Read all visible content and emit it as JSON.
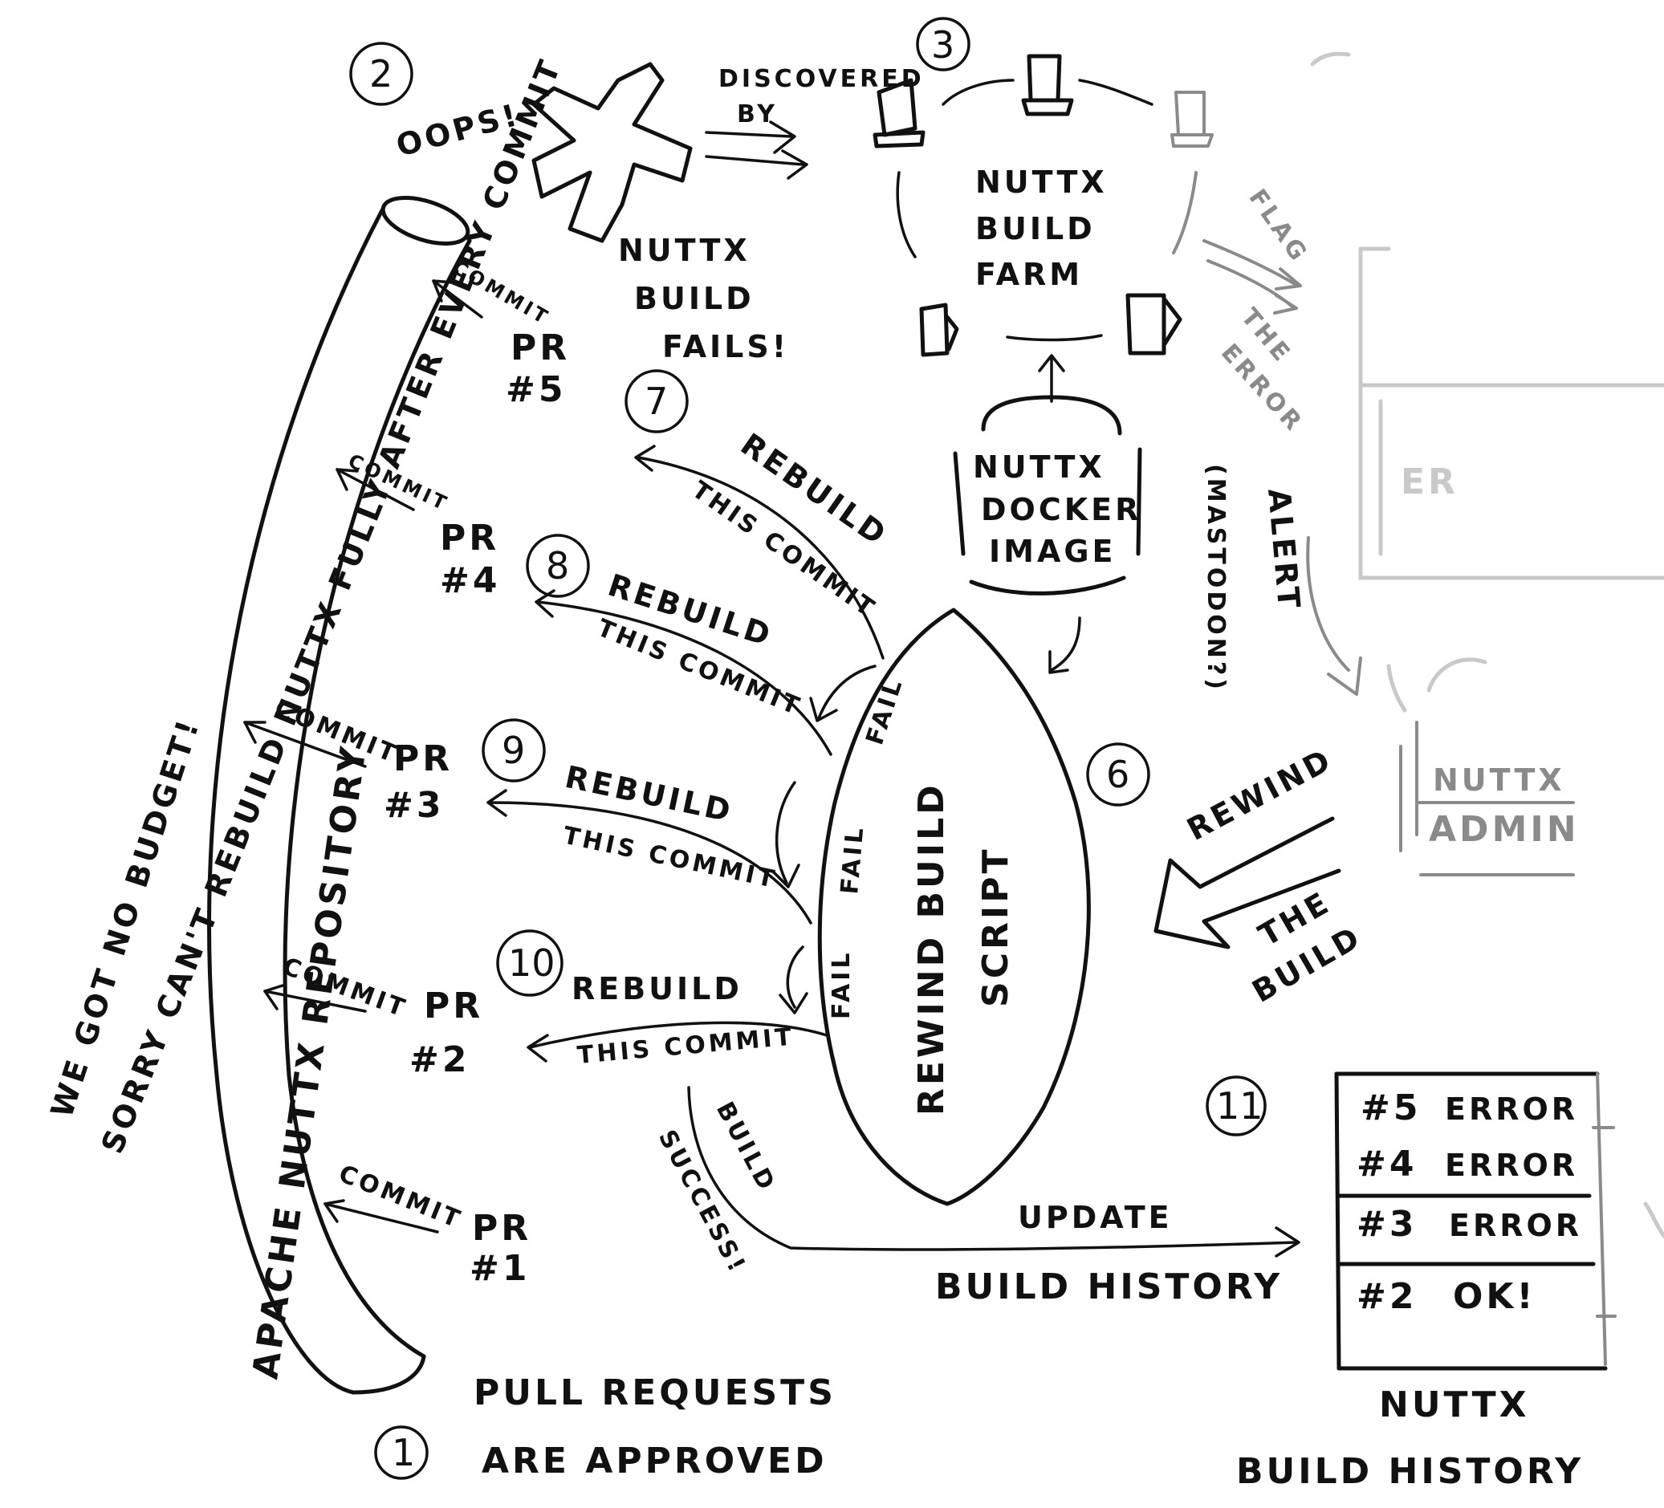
{
  "steps": {
    "s1": "1",
    "s2": "2",
    "s3": "3",
    "s6": "6",
    "s7": "7",
    "s8": "8",
    "s9": "9",
    "s10": "10",
    "s11": "11"
  },
  "left_notes": {
    "line1": "SORRY CAN'T REBUILD NUTTX FULLY AFTER EVERY COMMIT",
    "line2": "WE GOT NO BUDGET!"
  },
  "repository": {
    "label": "APACHE NUTTX REPOSITORY"
  },
  "commits": [
    {
      "commit": "COMMIT",
      "pr": "PR",
      "num": "#5"
    },
    {
      "commit": "COMMIT",
      "pr": "PR",
      "num": "#4"
    },
    {
      "commit": "COMMIT",
      "pr": "PR",
      "num": "#3"
    },
    {
      "commit": "COMMIT",
      "pr": "PR",
      "num": "#2"
    },
    {
      "commit": "COMMIT",
      "pr": "PR",
      "num": "#1"
    }
  ],
  "approved": {
    "line1": "PULL REQUESTS",
    "line2": "ARE APPROVED"
  },
  "oops": "OOPS!",
  "build_fails": {
    "l1": "NUTTX",
    "l2": "BUILD",
    "l3": "FAILS!"
  },
  "discovered": {
    "l1": "DISCOVERED",
    "l2": "BY"
  },
  "farm": {
    "l1": "NUTTX",
    "l2": "BUILD",
    "l3": "FARM"
  },
  "flag": {
    "l1": "FLAG",
    "l2": "THE",
    "l3": "ERROR"
  },
  "ghost_error": "ER",
  "docker": {
    "l1": "NUTTX",
    "l2": "DOCKER",
    "l3": "IMAGE"
  },
  "alert": {
    "l1": "ALERT",
    "l2": "(MASTODON?)"
  },
  "admin": {
    "l1": "NUTTX",
    "l2": "ADMIN"
  },
  "rewind_arrow": {
    "l1": "REWIND",
    "l2": "THE",
    "l3": "BUILD"
  },
  "script": {
    "l1": "REWIND BUILD",
    "l2": "SCRIPT"
  },
  "fail_label": "FAIL",
  "rebuilds": [
    {
      "l1": "REBUILD",
      "l2": "THIS COMMIT"
    },
    {
      "l1": "REBUILD",
      "l2": "THIS COMMIT"
    },
    {
      "l1": "REBUILD",
      "l2": "THIS COMMIT"
    },
    {
      "l1": "REBUILD",
      "l2": "THIS COMMIT"
    }
  ],
  "success": {
    "l1": "BUILD",
    "l2": "SUCCESS!"
  },
  "update": {
    "l1": "UPDATE",
    "l2": "BUILD HISTORY"
  },
  "history": {
    "rows": [
      {
        "num": "#5",
        "status": "ERROR"
      },
      {
        "num": "#4",
        "status": "ERROR"
      },
      {
        "num": "#3",
        "status": "ERROR"
      },
      {
        "num": "#2",
        "status": "OK!"
      }
    ],
    "caption1": "NUTTX",
    "caption2": "BUILD HISTORY"
  }
}
